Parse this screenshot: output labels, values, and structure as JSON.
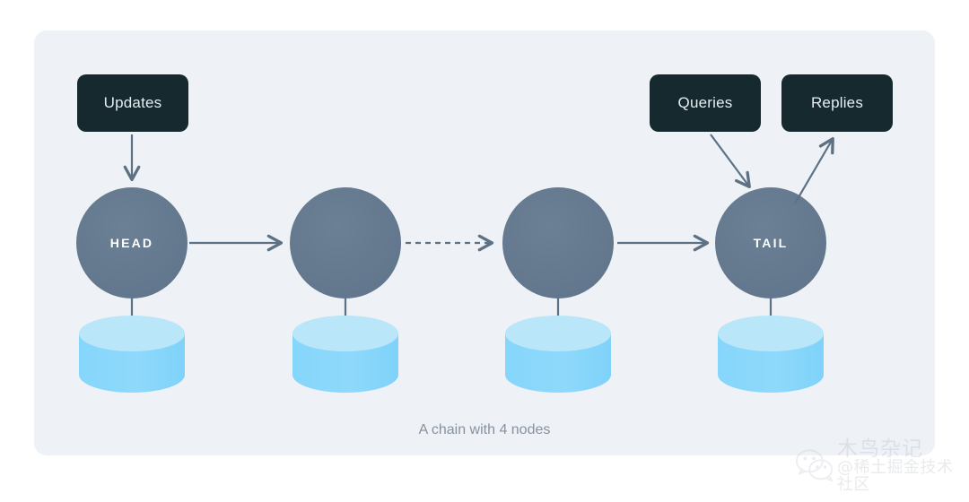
{
  "panel": {
    "background_color": "#eef1f5",
    "caption": "A chain with 4 nodes"
  },
  "colors": {
    "page_background": "#ffffff",
    "panel_background": "#eef1f5",
    "box_fill": "#15292f",
    "box_text": "#e6edf1",
    "node_fill": "#64798f",
    "node_text": "#ffffff",
    "cylinder_top": "#b9e6f8",
    "cylinder_body": "#8ad8fb",
    "arrow": "#5c7184",
    "caption_text": "#8792a0"
  },
  "io_boxes": [
    {
      "id": "updates",
      "label": "Updates"
    },
    {
      "id": "queries",
      "label": "Queries"
    },
    {
      "id": "replies",
      "label": "Replies"
    }
  ],
  "nodes": [
    {
      "id": "head",
      "label": "HEAD",
      "index": 1
    },
    {
      "id": "node-2",
      "label": "",
      "index": 2
    },
    {
      "id": "node-3",
      "label": "",
      "index": 3
    },
    {
      "id": "tail",
      "label": "TAIL",
      "index": 4
    }
  ],
  "connections": [
    {
      "from": "updates",
      "to": "head",
      "style": "solid",
      "direction": "down"
    },
    {
      "from": "head",
      "to": "node-2",
      "style": "solid",
      "direction": "right"
    },
    {
      "from": "node-2",
      "to": "node-3",
      "style": "dashed",
      "direction": "right"
    },
    {
      "from": "node-3",
      "to": "tail",
      "style": "solid",
      "direction": "right"
    },
    {
      "from": "queries",
      "to": "tail",
      "style": "solid",
      "direction": "down-right"
    },
    {
      "from": "tail",
      "to": "replies",
      "style": "solid",
      "direction": "up-right"
    }
  ],
  "storage": [
    {
      "id": "store-1",
      "attached_to": "head"
    },
    {
      "id": "store-2",
      "attached_to": "node-2"
    },
    {
      "id": "store-3",
      "attached_to": "node-3"
    },
    {
      "id": "store-4",
      "attached_to": "tail"
    }
  ],
  "watermark": {
    "line1": "木鸟杂记",
    "line2": "@稀土掘金技术社区"
  }
}
